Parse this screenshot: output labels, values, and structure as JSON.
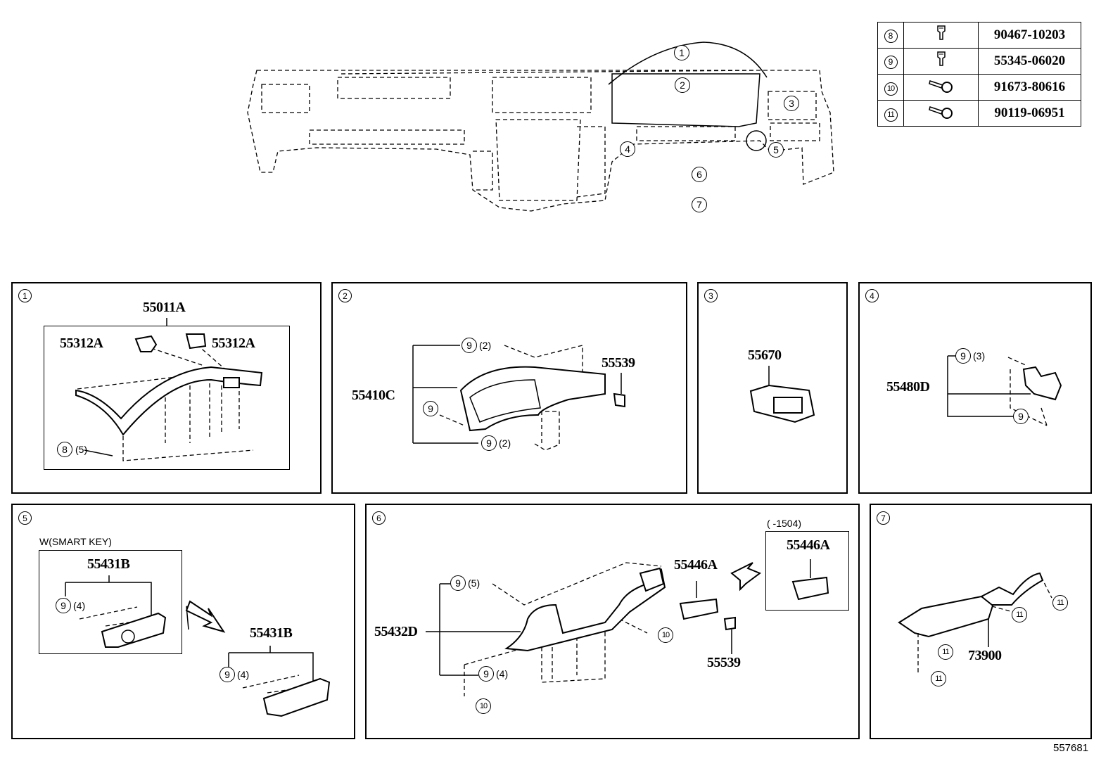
{
  "fastener_table": [
    {
      "ref": "8",
      "part_no": "90467-10203",
      "icon": "clip-icon"
    },
    {
      "ref": "9",
      "part_no": "55345-06020",
      "icon": "clip-icon"
    },
    {
      "ref": "10",
      "part_no": "91673-80616",
      "icon": "screw-icon"
    },
    {
      "ref": "11",
      "part_no": "90119-06951",
      "icon": "screw-icon"
    }
  ],
  "overview": {
    "callouts": [
      "1",
      "2",
      "3",
      "4",
      "5",
      "6",
      "7"
    ]
  },
  "panels": {
    "p1": {
      "ref": "1",
      "labels": {
        "main": "55011A",
        "clip_left": "55312A",
        "clip_right": "55312A"
      },
      "fastener": {
        "ref": "8",
        "qty": "(5)"
      }
    },
    "p2": {
      "ref": "2",
      "labels": {
        "main": "55410C",
        "side": "55539"
      },
      "fasteners": [
        {
          "ref": "9",
          "qty": "(2)"
        },
        {
          "ref": "9",
          "qty": ""
        },
        {
          "ref": "9",
          "qty": "(2)"
        }
      ]
    },
    "p3": {
      "ref": "3",
      "labels": {
        "main": "55670"
      }
    },
    "p4": {
      "ref": "4",
      "labels": {
        "main": "55480D"
      },
      "fasteners": [
        {
          "ref": "9",
          "qty": "(3)"
        },
        {
          "ref": "9",
          "qty": ""
        }
      ]
    },
    "p5": {
      "ref": "5",
      "condition": "W(SMART KEY)",
      "labels": {
        "inner": "55431B",
        "outer": "55431B"
      },
      "fasteners": [
        {
          "ref": "9",
          "qty": "(4)"
        },
        {
          "ref": "9",
          "qty": "(4)"
        }
      ]
    },
    "p6": {
      "ref": "6",
      "labels": {
        "main": "55432D",
        "vent": "55446A",
        "side": "55539",
        "inset_part": "55446A"
      },
      "inset_range": "(      -1504)",
      "fasteners": [
        {
          "ref": "9",
          "qty": "(5)"
        },
        {
          "ref": "9",
          "qty": "(4)"
        },
        {
          "ref": "10",
          "qty": ""
        },
        {
          "ref": "10",
          "qty": ""
        }
      ]
    },
    "p7": {
      "ref": "7",
      "labels": {
        "main": "73900"
      },
      "fasteners": [
        {
          "ref": "11"
        },
        {
          "ref": "11"
        },
        {
          "ref": "11"
        },
        {
          "ref": "11"
        }
      ]
    }
  },
  "illustration_number": "557681"
}
